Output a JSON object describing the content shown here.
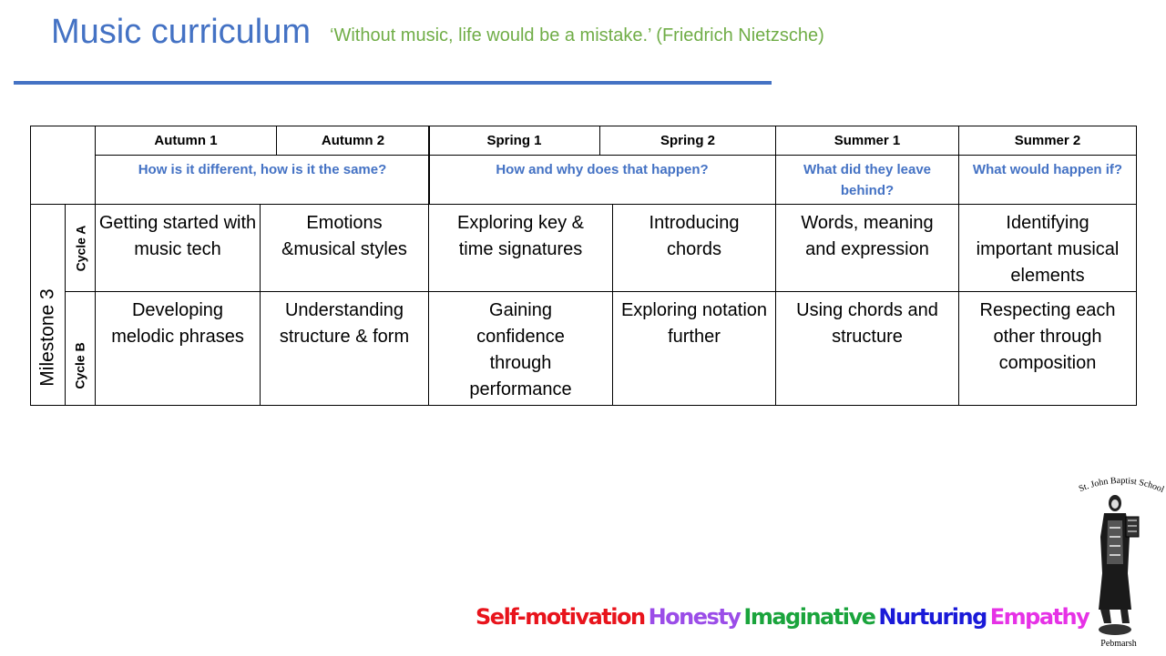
{
  "header": {
    "title": "Music curriculum",
    "quote": "‘Without music, life would be a mistake.’ (Friedrich Nietzsche)"
  },
  "table": {
    "terms": [
      "Autumn 1",
      "Autumn 2",
      "Spring 1",
      "Spring 2",
      "Summer 1",
      "Summer 2"
    ],
    "questions": [
      "How is it different, how is it the same?",
      "How and why does that happen?",
      "What did they leave behind?",
      "What would happen if?"
    ],
    "milestone": "Milestone 3",
    "cycle_a": {
      "label": "Cycle A",
      "topics": [
        "Getting started with music tech",
        "Emotions &musical styles",
        "Exploring key & time signatures",
        "Introducing chords",
        "Words, meaning and expression",
        "Identifying important musical elements"
      ]
    },
    "cycle_b": {
      "label": "Cycle B",
      "topics": [
        "Developing melodic phrases",
        "Understanding structure & form",
        "Gaining confidence through performance",
        "Exploring notation further",
        "Using chords and structure",
        "Respecting each other through composition"
      ]
    }
  },
  "logo": {
    "top_text": "St. John Baptist School",
    "bottom_text": "Pebmarsh"
  },
  "values": [
    {
      "text": "Self-motivation",
      "color": "#e8141c"
    },
    {
      "text": "Honesty",
      "color": "#9b4de8"
    },
    {
      "text": "Imaginative",
      "color": "#1aa43c"
    },
    {
      "text": "Nurturing",
      "color": "#1a1ad8"
    },
    {
      "text": "Empathy",
      "color": "#e632e6"
    }
  ]
}
